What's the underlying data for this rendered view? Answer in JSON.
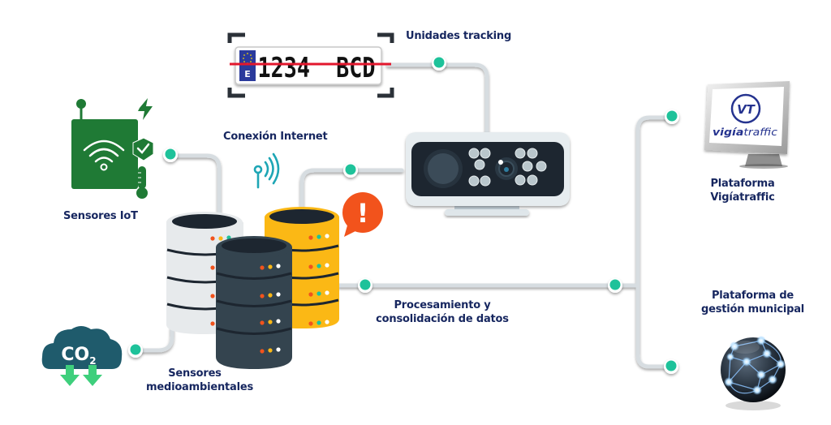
{
  "diagram": {
    "colors": {
      "label_text": "#16265f",
      "connector": "#d7dde1",
      "node": "#1ec29a",
      "iot_green": "#1f7a35",
      "server_white": "#e7eaec",
      "server_dark": "#34444f",
      "server_yellow": "#fbb815",
      "alert": "#f2531c",
      "wifi_teal": "#1ea6b5",
      "co2_cloud": "#1f5b6c",
      "co2_arrow": "#3ecf7c",
      "plate_strike": "#e3172d",
      "plate_eu_blue": "#2a3a9c"
    },
    "labels": {
      "tracking": "Unidades tracking",
      "internet": "Conexión  Internet",
      "iot": "Sensores IoT",
      "env_line1": "Sensores",
      "env_line2": "medioambientales",
      "processing_line1": "Procesamiento y",
      "processing_line2": "consolidación de datos",
      "vigia_line1": "Plataforma",
      "vigia_line2": "Vigíatraffic",
      "municipal_line1": "Plataforma de",
      "municipal_line2": "gestión municipal"
    },
    "plate": {
      "country": "E",
      "number": "1234  BCD"
    },
    "co2": {
      "text": "CO",
      "subscript": "2"
    },
    "alert_symbol": "!",
    "vigia_logo": {
      "mark": "VT",
      "word_bold": "vigía",
      "word_light": "traffic"
    }
  }
}
